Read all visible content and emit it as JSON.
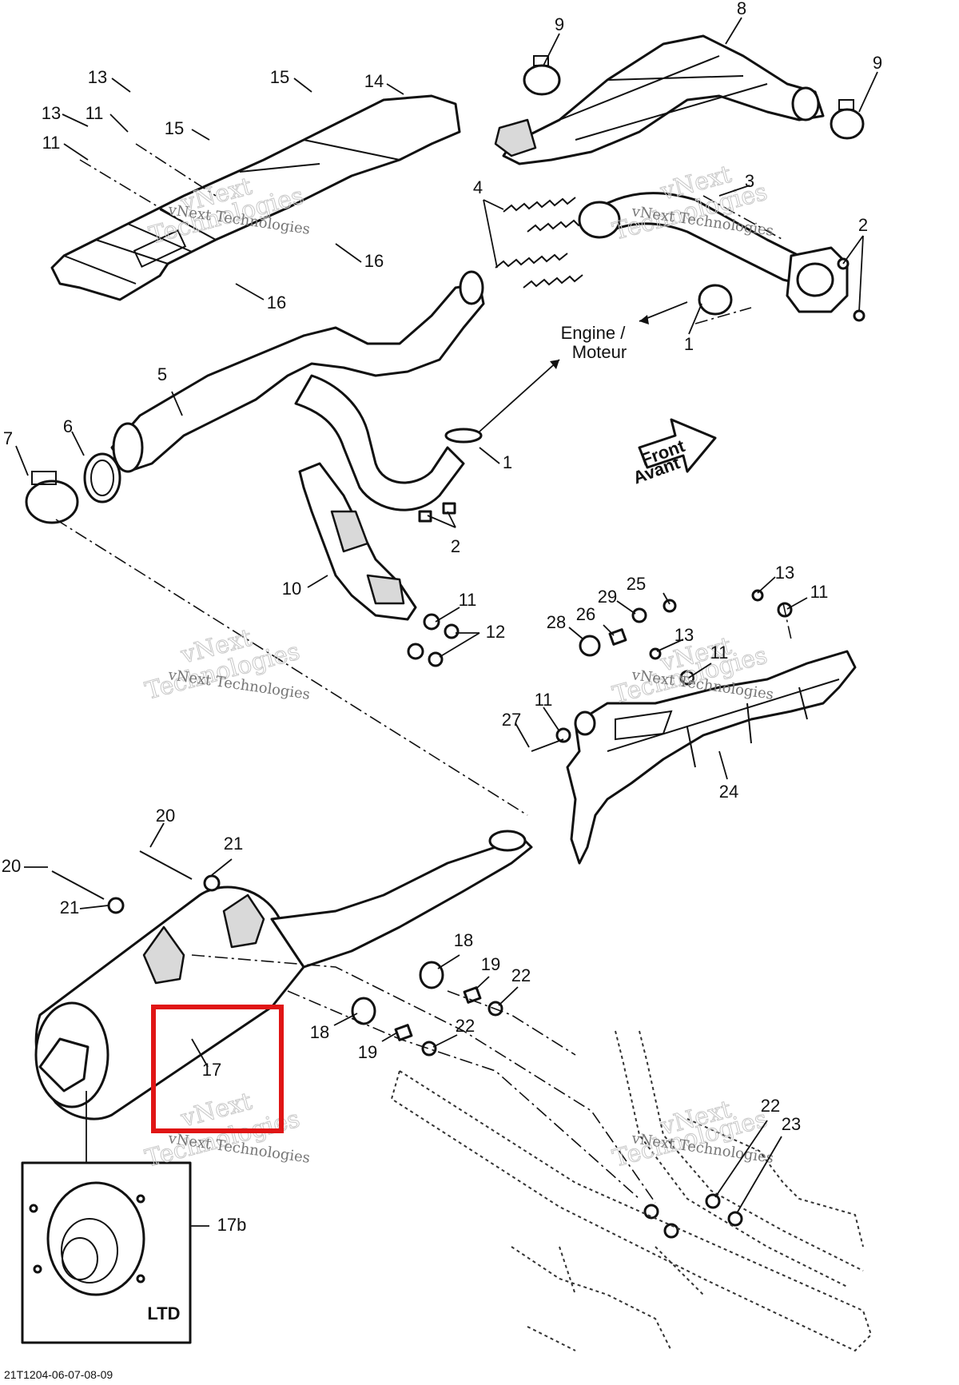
{
  "callouts": [
    {
      "text": "9",
      "pos": "top-left-clamp"
    },
    {
      "text": "8",
      "pos": "top-heatshield"
    },
    {
      "text": "9",
      "pos": "top-right-clamp"
    },
    {
      "text": "13"
    },
    {
      "text": "15"
    },
    {
      "text": "14"
    },
    {
      "text": "13"
    },
    {
      "text": "11"
    },
    {
      "text": "15"
    },
    {
      "text": "11"
    },
    {
      "text": "4"
    },
    {
      "text": "3"
    },
    {
      "text": "2"
    },
    {
      "text": "16"
    },
    {
      "text": "16"
    },
    {
      "text": "1"
    },
    {
      "text": "5"
    },
    {
      "text": "7"
    },
    {
      "text": "6"
    },
    {
      "text": "1"
    },
    {
      "text": "2"
    },
    {
      "text": "10"
    },
    {
      "text": "11"
    },
    {
      "text": "12"
    },
    {
      "text": "13"
    },
    {
      "text": "11"
    },
    {
      "text": "25"
    },
    {
      "text": "29"
    },
    {
      "text": "26"
    },
    {
      "text": "28"
    },
    {
      "text": "13"
    },
    {
      "text": "11"
    },
    {
      "text": "11"
    },
    {
      "text": "27"
    },
    {
      "text": "24"
    },
    {
      "text": "20"
    },
    {
      "text": "21"
    },
    {
      "text": "20"
    },
    {
      "text": "21"
    },
    {
      "text": "18"
    },
    {
      "text": "19"
    },
    {
      "text": "22"
    },
    {
      "text": "18"
    },
    {
      "text": "22"
    },
    {
      "text": "19"
    },
    {
      "text": "17"
    },
    {
      "text": "22"
    },
    {
      "text": "23"
    },
    {
      "text": "17b"
    }
  ],
  "engine_label": {
    "line1": "Engine /",
    "line2": "Moteur"
  },
  "front_label": {
    "line1": "Front",
    "line2": "Avant"
  },
  "ltd_label": "LTD",
  "watermark": {
    "line1": "vNext",
    "line2": "Technologies",
    "line3": "vNext Technologies"
  },
  "doc_code": "21T1204-06-07-08-09",
  "highlight": {
    "part": "17",
    "color": "#e01515"
  }
}
